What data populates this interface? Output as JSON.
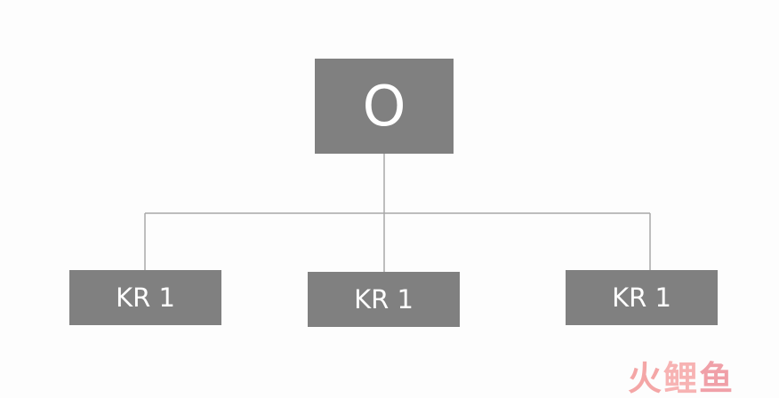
{
  "diagram": {
    "root": {
      "label": "O"
    },
    "children": [
      {
        "label": "KR 1"
      },
      {
        "label": "KR 1"
      },
      {
        "label": "KR 1"
      }
    ]
  },
  "colors": {
    "box_fill": "#808080",
    "box_text": "#ffffff",
    "connector": "#a8a8a8",
    "watermark": "#f4a6a6"
  },
  "watermark": {
    "chars": [
      "火",
      "鲤",
      "鱼"
    ]
  }
}
